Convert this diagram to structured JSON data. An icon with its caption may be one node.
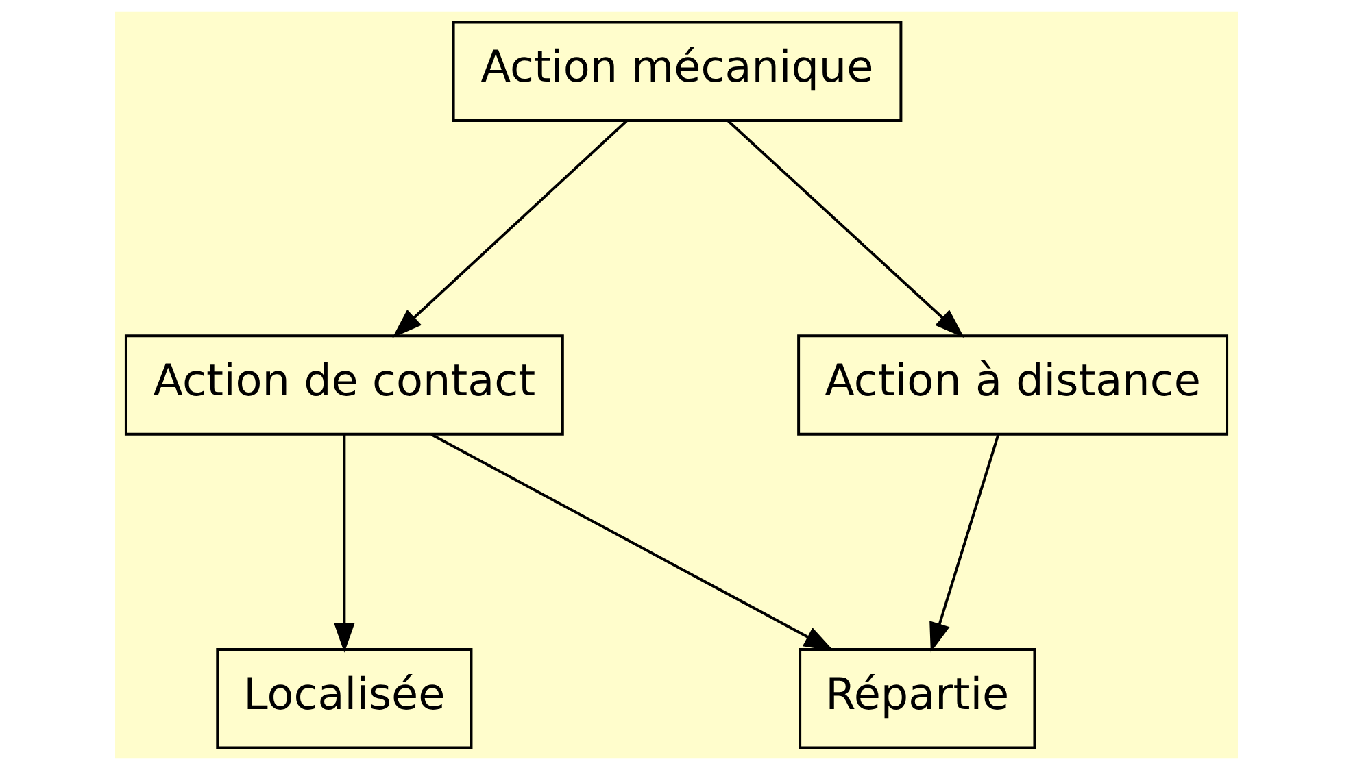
{
  "diagram": {
    "nodes": [
      {
        "text": [
          "Action mécanique"
        ]
      },
      {
        "text": [
          "Action de contact"
        ]
      },
      {
        "text": [
          "Action à distance"
        ]
      },
      {
        "text": [
          "Localisée"
        ]
      },
      {
        "text": [
          "Répartie"
        ]
      }
    ],
    "edges": [
      {
        "from": 0,
        "to": 1,
        "arrow": "to"
      },
      {
        "from": 0,
        "to": 2,
        "arrow": "to"
      },
      {
        "from": 1,
        "to": 3,
        "arrow": "to"
      },
      {
        "from": 1,
        "to": 4,
        "arrow": "to"
      },
      {
        "from": 2,
        "to": 4,
        "arrow": "to"
      }
    ]
  }
}
